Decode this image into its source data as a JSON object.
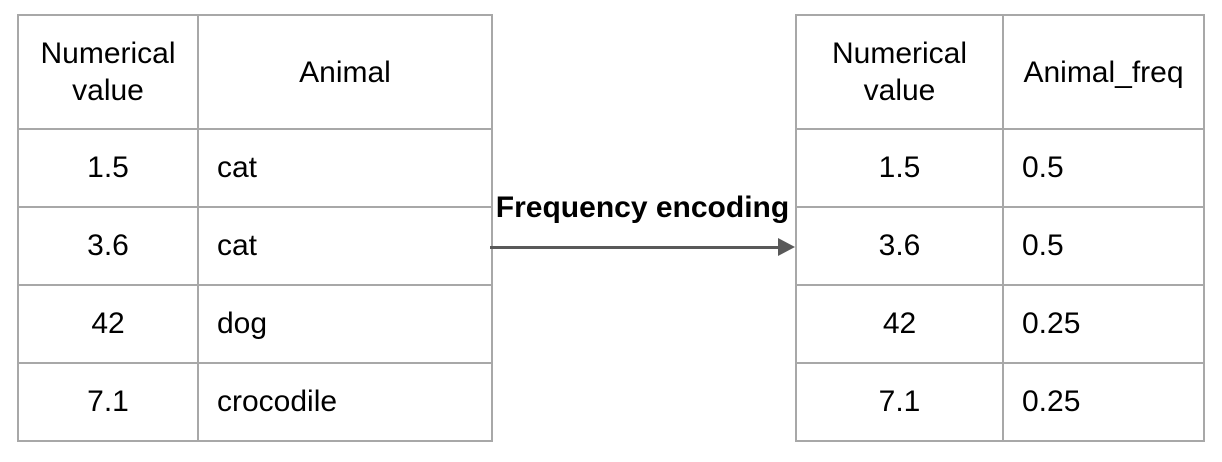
{
  "colors": {
    "background": "#ffffff",
    "table_border": "#a8a8a8",
    "arrow": "#595959",
    "text": "#000000"
  },
  "arrow": {
    "label": "Frequency encoding"
  },
  "left_table": {
    "columns": [
      "Numerical value",
      "Animal"
    ],
    "rows": [
      [
        "1.5",
        "cat"
      ],
      [
        "3.6",
        "cat"
      ],
      [
        "42",
        "dog"
      ],
      [
        "7.1",
        "crocodile"
      ]
    ]
  },
  "right_table": {
    "columns": [
      "Numerical value",
      "Animal_freq"
    ],
    "rows": [
      [
        "1.5",
        "0.5"
      ],
      [
        "3.6",
        "0.5"
      ],
      [
        "42",
        "0.25"
      ],
      [
        "7.1",
        "0.25"
      ]
    ]
  }
}
